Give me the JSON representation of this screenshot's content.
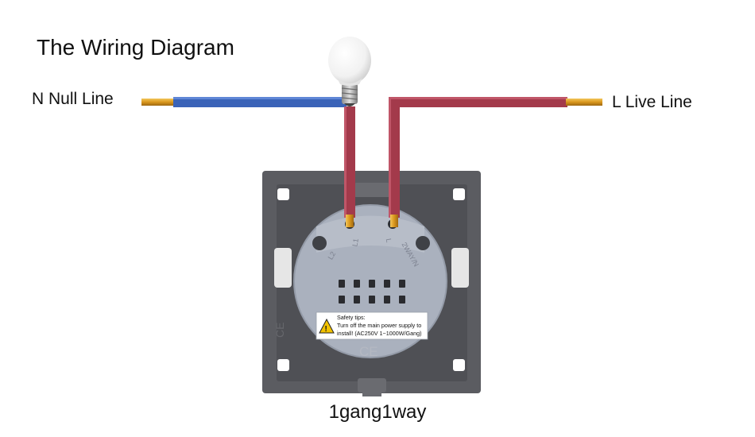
{
  "title": "The Wiring Diagram",
  "wires": {
    "neutral_label": "N Null Line",
    "live_label": "L Live Line",
    "neutral_color": "#3a63b8",
    "live_color": "#a33a4b",
    "wire_tip_color": "#e3a52a"
  },
  "switch": {
    "terminals": [
      "L2",
      "L1",
      "L",
      "2WAY/N"
    ],
    "safety_tips": [
      "Safety tips:",
      "Turn off the main power supply to",
      "install! (AC250V  1~1000W/Gang)"
    ],
    "warning_icon": "warning-triangle-icon",
    "mark": "CE",
    "frame_color": "#5b5c61",
    "body_color": "#a9b0bd"
  },
  "caption": "1gang1way"
}
